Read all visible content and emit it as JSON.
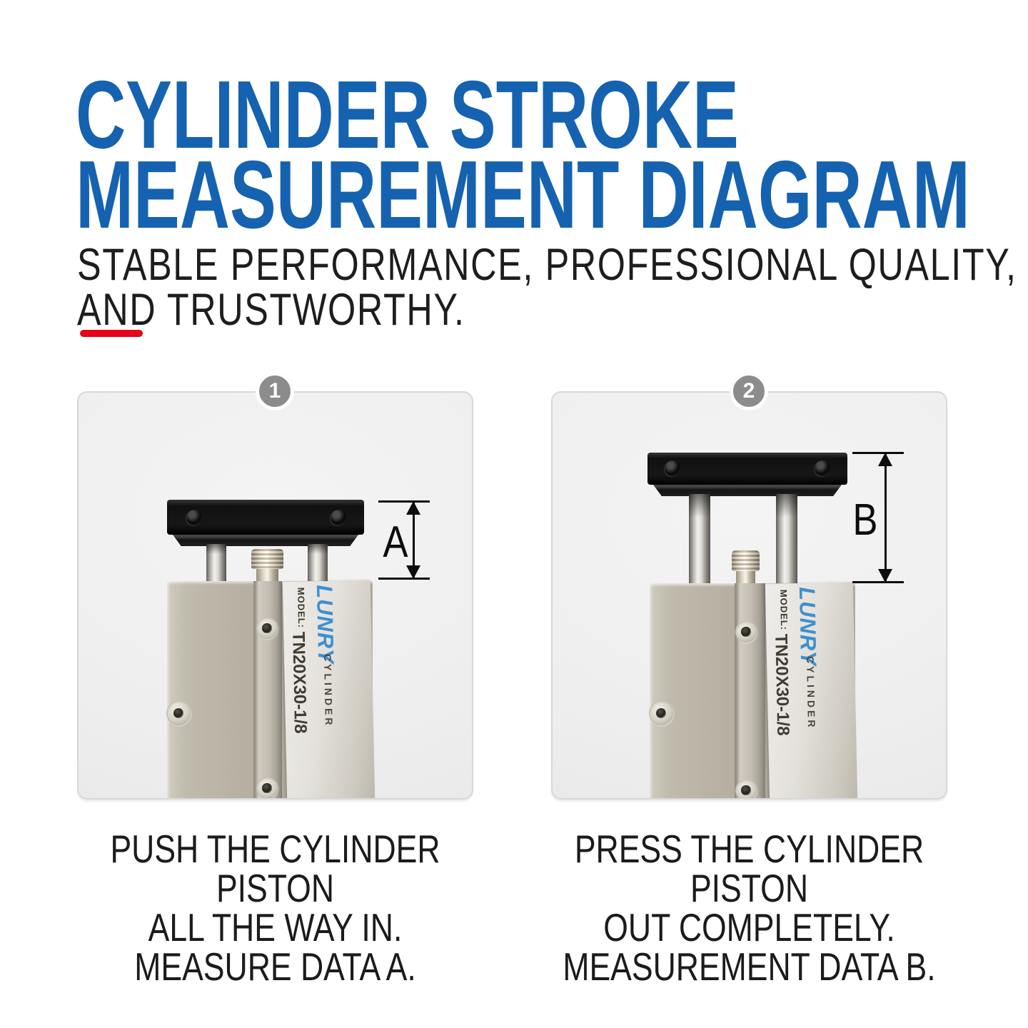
{
  "header": {
    "title_line1": "CYLINDER STROKE",
    "title_line2": "MEASUREMENT DIAGRAM",
    "title_color": "#1562b0",
    "subtitle_line1": "STABLE PERFORMANCE, PROFESSIONAL QUALITY,",
    "subtitle_line2": "AND TRUSTWORTHY.",
    "accent_color": "#e60019"
  },
  "panels": [
    {
      "number": "1",
      "measure_label": "A",
      "caption": [
        "PUSH THE CYLINDER PISTON",
        "ALL THE WAY IN.",
        "MEASURE DATA A."
      ],
      "label": {
        "model_key": "MODEL:",
        "model_value": "TN20X30-1/8",
        "brand": "LUNRY",
        "brand_color": "#3c90d0",
        "product_type": "CYLINDER"
      }
    },
    {
      "number": "2",
      "measure_label": "B",
      "caption": [
        "PRESS THE CYLINDER PISTON",
        "OUT COMPLETELY.",
        "MEASUREMENT DATA B."
      ],
      "label": {
        "model_key": "MODEL:",
        "model_value": "TN20X30-1/8",
        "brand": "LUNRY",
        "brand_color": "#3c90d0",
        "product_type": "CYLINDER"
      }
    }
  ]
}
